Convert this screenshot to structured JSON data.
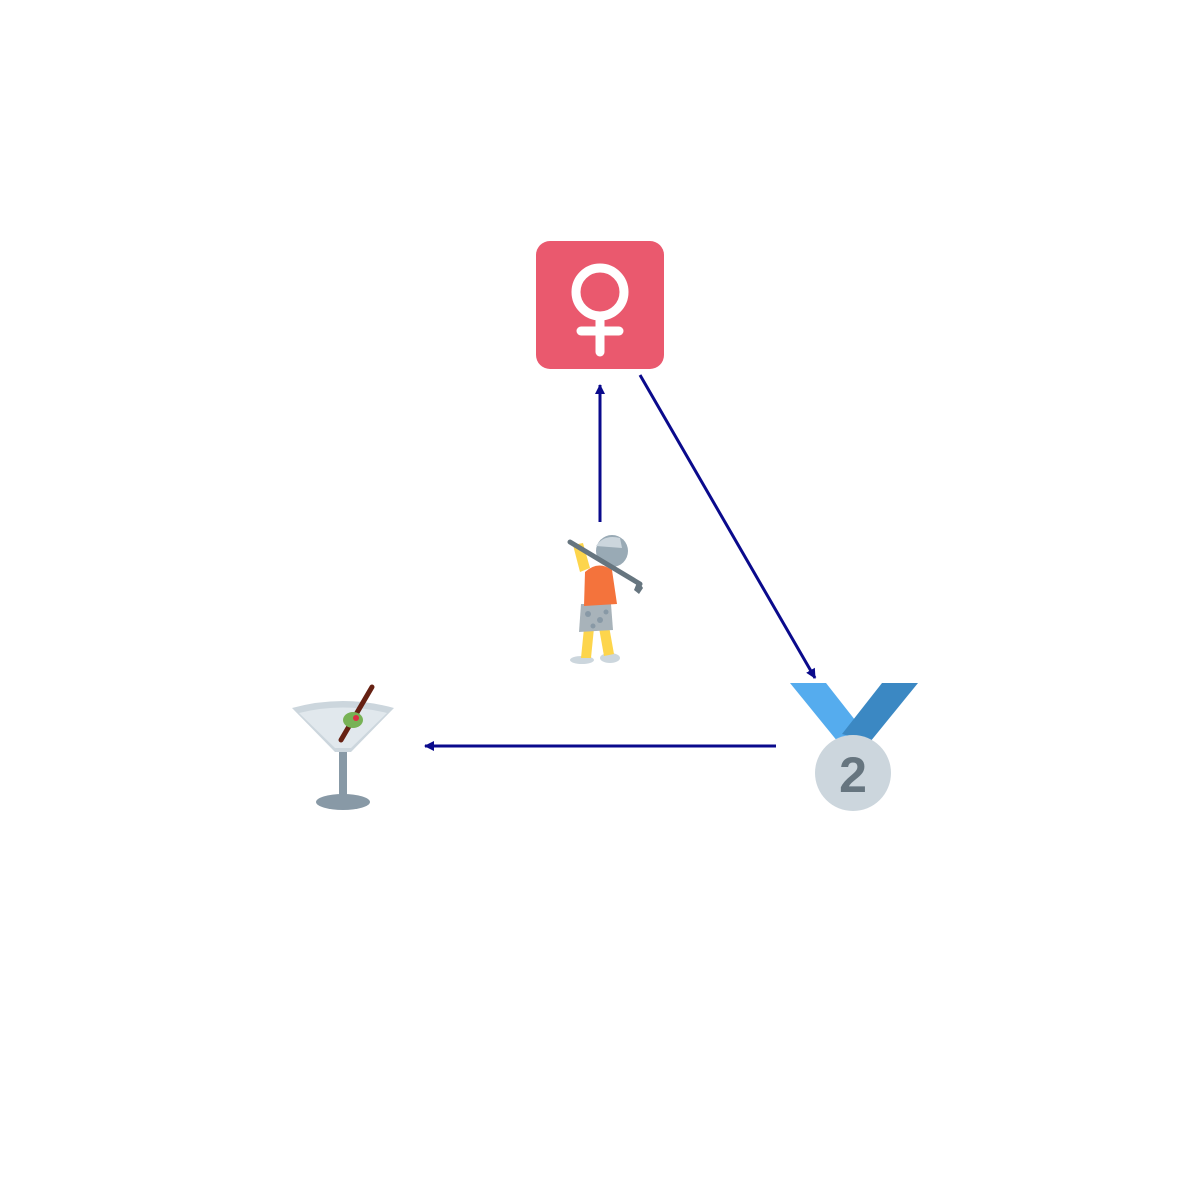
{
  "diagram": {
    "background": "#ffffff",
    "edge_color": "#0a0a8c",
    "nodes": [
      {
        "id": "female-sign",
        "icon": "female-sign-icon",
        "color": "#ea596e"
      },
      {
        "id": "golfer",
        "icon": "person-golfing-icon",
        "color": "#f4733c"
      },
      {
        "id": "medal",
        "icon": "second-place-medal-icon",
        "label": "2",
        "color": "#ccd6dd"
      },
      {
        "id": "cocktail",
        "icon": "cocktail-glass-icon",
        "color": "#8899a6"
      }
    ],
    "edges": [
      {
        "from": "golfer",
        "to": "female-sign"
      },
      {
        "from": "female-sign",
        "to": "medal"
      },
      {
        "from": "medal",
        "to": "cocktail"
      }
    ]
  }
}
